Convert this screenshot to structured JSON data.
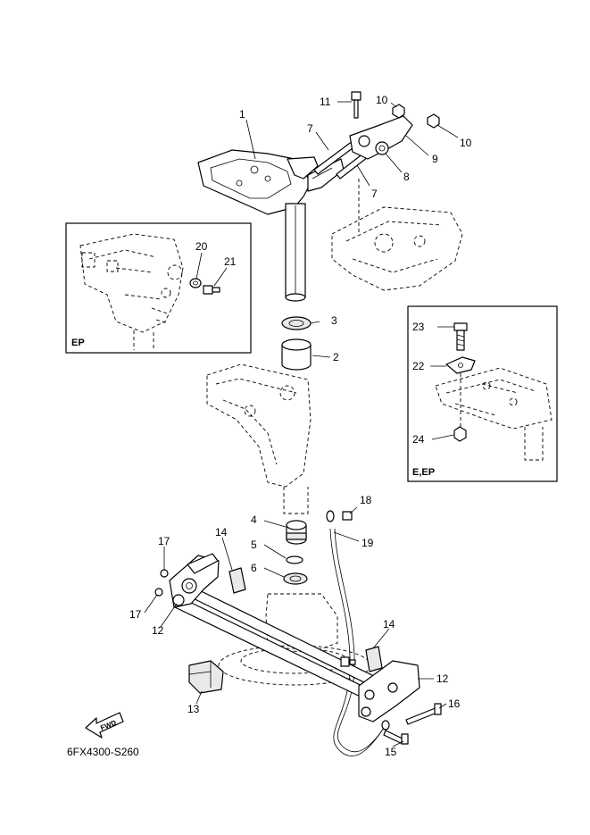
{
  "diagram": {
    "code": "6FX4300-S260",
    "fwd_label": "FWD",
    "insets": [
      {
        "id": "ep",
        "label": "EP"
      },
      {
        "id": "e-ep",
        "label": "E,EP"
      }
    ],
    "callouts": [
      {
        "id": "c1",
        "text": "1"
      },
      {
        "id": "c2",
        "text": "2"
      },
      {
        "id": "c3",
        "text": "3"
      },
      {
        "id": "c4",
        "text": "4"
      },
      {
        "id": "c5",
        "text": "5"
      },
      {
        "id": "c6",
        "text": "6"
      },
      {
        "id": "c7a",
        "text": "7"
      },
      {
        "id": "c7b",
        "text": "7"
      },
      {
        "id": "c8",
        "text": "8"
      },
      {
        "id": "c9",
        "text": "9"
      },
      {
        "id": "c10a",
        "text": "10"
      },
      {
        "id": "c10b",
        "text": "10"
      },
      {
        "id": "c11",
        "text": "11"
      },
      {
        "id": "c12a",
        "text": "12"
      },
      {
        "id": "c12b",
        "text": "12"
      },
      {
        "id": "c13",
        "text": "13"
      },
      {
        "id": "c14a",
        "text": "14"
      },
      {
        "id": "c14b",
        "text": "14"
      },
      {
        "id": "c15",
        "text": "15"
      },
      {
        "id": "c16",
        "text": "16"
      },
      {
        "id": "c17a",
        "text": "17"
      },
      {
        "id": "c17b",
        "text": "17"
      },
      {
        "id": "c18",
        "text": "18"
      },
      {
        "id": "c19",
        "text": "19"
      },
      {
        "id": "c20",
        "text": "20"
      },
      {
        "id": "c21",
        "text": "21"
      },
      {
        "id": "c22",
        "text": "22"
      },
      {
        "id": "c23",
        "text": "23"
      },
      {
        "id": "c24",
        "text": "24"
      }
    ]
  }
}
